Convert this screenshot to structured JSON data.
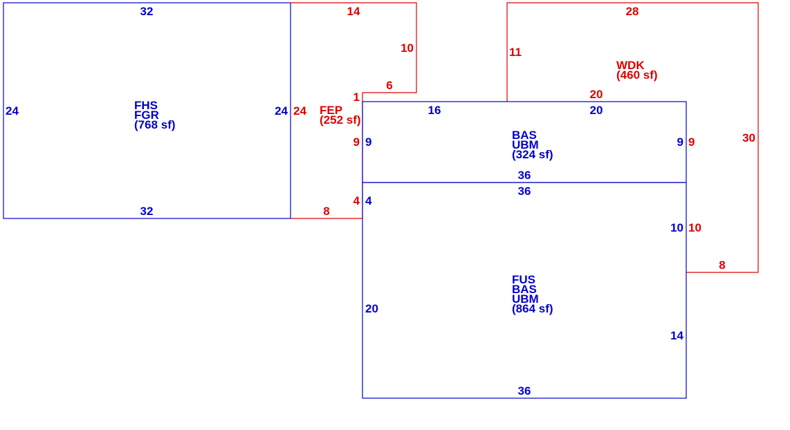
{
  "colors": {
    "blue": "#0000cc",
    "red": "#dd0000"
  },
  "areas": {
    "fhs": {
      "codes": [
        "FHS",
        "FGR"
      ],
      "area": "(768 sf)"
    },
    "fep": {
      "codes": [
        "FEP"
      ],
      "area": "(252 sf)"
    },
    "wdk": {
      "codes": [
        "WDK"
      ],
      "area": "(460 sf)"
    },
    "bas_top": {
      "codes": [
        "BAS",
        "UBM"
      ],
      "area": "(324 sf)"
    },
    "fus": {
      "codes": [
        "FUS",
        "BAS",
        "UBM"
      ],
      "area": "(864 sf)"
    }
  },
  "dims": {
    "fhs_top": "32",
    "fhs_bottom": "32",
    "fhs_left": "24",
    "fhs_right": "24",
    "fep_top": "14",
    "fep_right_upper": "10",
    "fep_step_top": "6",
    "fep_step_side": "1",
    "fep_left": "24",
    "fep_right_mid": "9",
    "fep_right_low": "4",
    "fep_bottom": "8",
    "wdk_top": "28",
    "wdk_left": "11",
    "wdk_inner": "20",
    "wdk_right": "30",
    "wdk_right_mid": "9",
    "wdk_right_low": "10",
    "wdk_bottom": "8",
    "bas_top": "16",
    "bas_top_right": "20",
    "bas_left": "9",
    "bas_right": "9",
    "bas_bottom": "36",
    "fus_top": "36",
    "fus_left_upper": "4",
    "fus_left": "20",
    "fus_right_upper": "10",
    "fus_right": "14",
    "fus_bottom": "36"
  }
}
